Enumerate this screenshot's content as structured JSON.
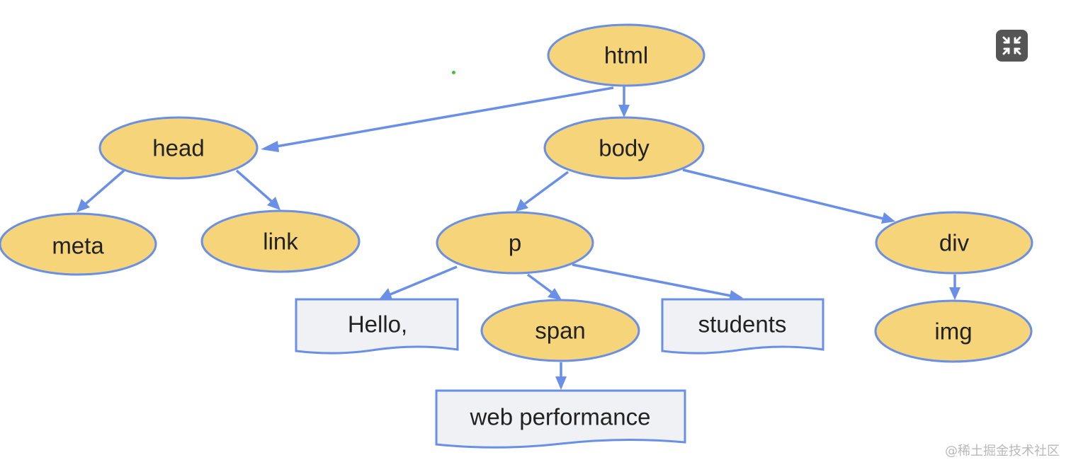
{
  "diagram": {
    "nodes": [
      {
        "id": "html",
        "label": "html",
        "shape": "ellipse"
      },
      {
        "id": "head",
        "label": "head",
        "shape": "ellipse"
      },
      {
        "id": "body",
        "label": "body",
        "shape": "ellipse"
      },
      {
        "id": "meta",
        "label": "meta",
        "shape": "ellipse"
      },
      {
        "id": "link",
        "label": "link",
        "shape": "ellipse"
      },
      {
        "id": "p",
        "label": "p",
        "shape": "ellipse"
      },
      {
        "id": "div",
        "label": "div",
        "shape": "ellipse"
      },
      {
        "id": "hello",
        "label": "Hello,",
        "shape": "document"
      },
      {
        "id": "span",
        "label": "span",
        "shape": "ellipse"
      },
      {
        "id": "students",
        "label": "students",
        "shape": "document"
      },
      {
        "id": "img",
        "label": "img",
        "shape": "ellipse"
      },
      {
        "id": "webperf",
        "label": "web performance",
        "shape": "document"
      }
    ],
    "edges": [
      {
        "from": "html",
        "to": "head"
      },
      {
        "from": "html",
        "to": "body"
      },
      {
        "from": "head",
        "to": "meta"
      },
      {
        "from": "head",
        "to": "link"
      },
      {
        "from": "body",
        "to": "p"
      },
      {
        "from": "body",
        "to": "div"
      },
      {
        "from": "p",
        "to": "hello"
      },
      {
        "from": "p",
        "to": "span"
      },
      {
        "from": "p",
        "to": "students"
      },
      {
        "from": "div",
        "to": "img"
      },
      {
        "from": "span",
        "to": "webperf"
      }
    ],
    "colors": {
      "node_fill": "#f6d57a",
      "doc_fill": "#f0f1f5",
      "stroke": "#6a8fe6",
      "text": "#222222"
    }
  },
  "controls": {
    "fullscreen_icon": "exit-fullscreen-icon"
  },
  "watermark": {
    "text": "@稀土掘金技术社区"
  }
}
